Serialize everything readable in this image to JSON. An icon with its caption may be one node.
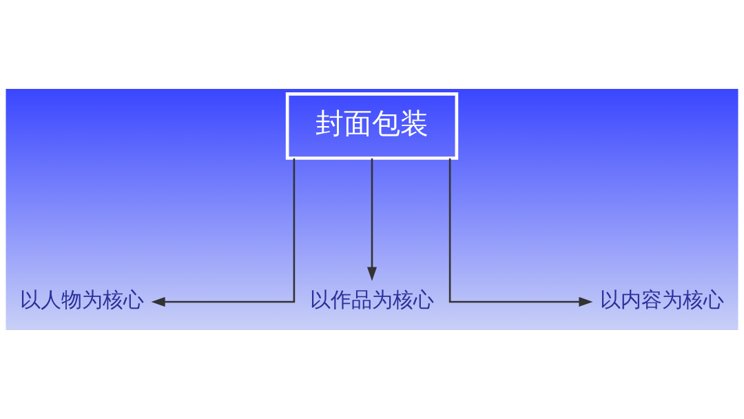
{
  "diagram": {
    "nodes": [
      {
        "text": [
          "封面包装"
        ]
      },
      {
        "text": [
          "以人物为核心"
        ]
      },
      {
        "text": [
          "以作品为核心"
        ]
      },
      {
        "text": [
          "以内容为核心"
        ]
      }
    ],
    "edges": [
      {
        "from": 0,
        "to": 1,
        "arrow": "to"
      },
      {
        "from": 0,
        "to": 2,
        "arrow": "to"
      },
      {
        "from": 0,
        "to": 3,
        "arrow": "to"
      }
    ]
  }
}
